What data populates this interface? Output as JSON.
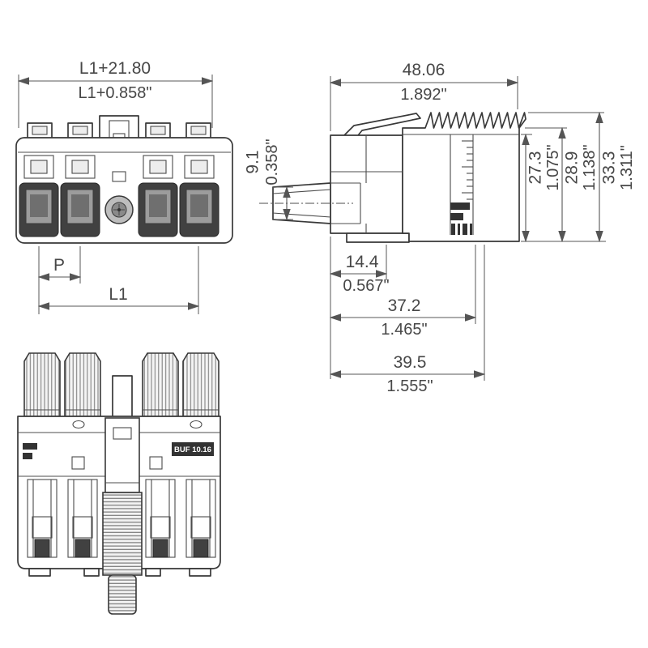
{
  "drawing": {
    "part_label": "BUF 10.16",
    "front_view": {
      "width_mm": "L1+21.80",
      "width_inch": "L1+0.858\"",
      "pitch_label": "P",
      "length_label": "L1"
    },
    "side_view": {
      "overall_width_mm": "48.06",
      "overall_width_inch": "1.892\"",
      "entry_height_mm": "9.1",
      "entry_height_inch": "0.358\"",
      "height_1_mm": "27.3",
      "height_1_inch": "1.075\"",
      "height_2_mm": "28.9",
      "height_2_inch": "1.138\"",
      "height_3_mm": "33.3",
      "height_3_inch": "1.311\"",
      "depth_1_mm": "14.4",
      "depth_1_inch": "0.567\"",
      "depth_2_mm": "37.2",
      "depth_2_inch": "1.465\"",
      "depth_3_mm": "39.5",
      "depth_3_inch": "1.555\""
    }
  }
}
